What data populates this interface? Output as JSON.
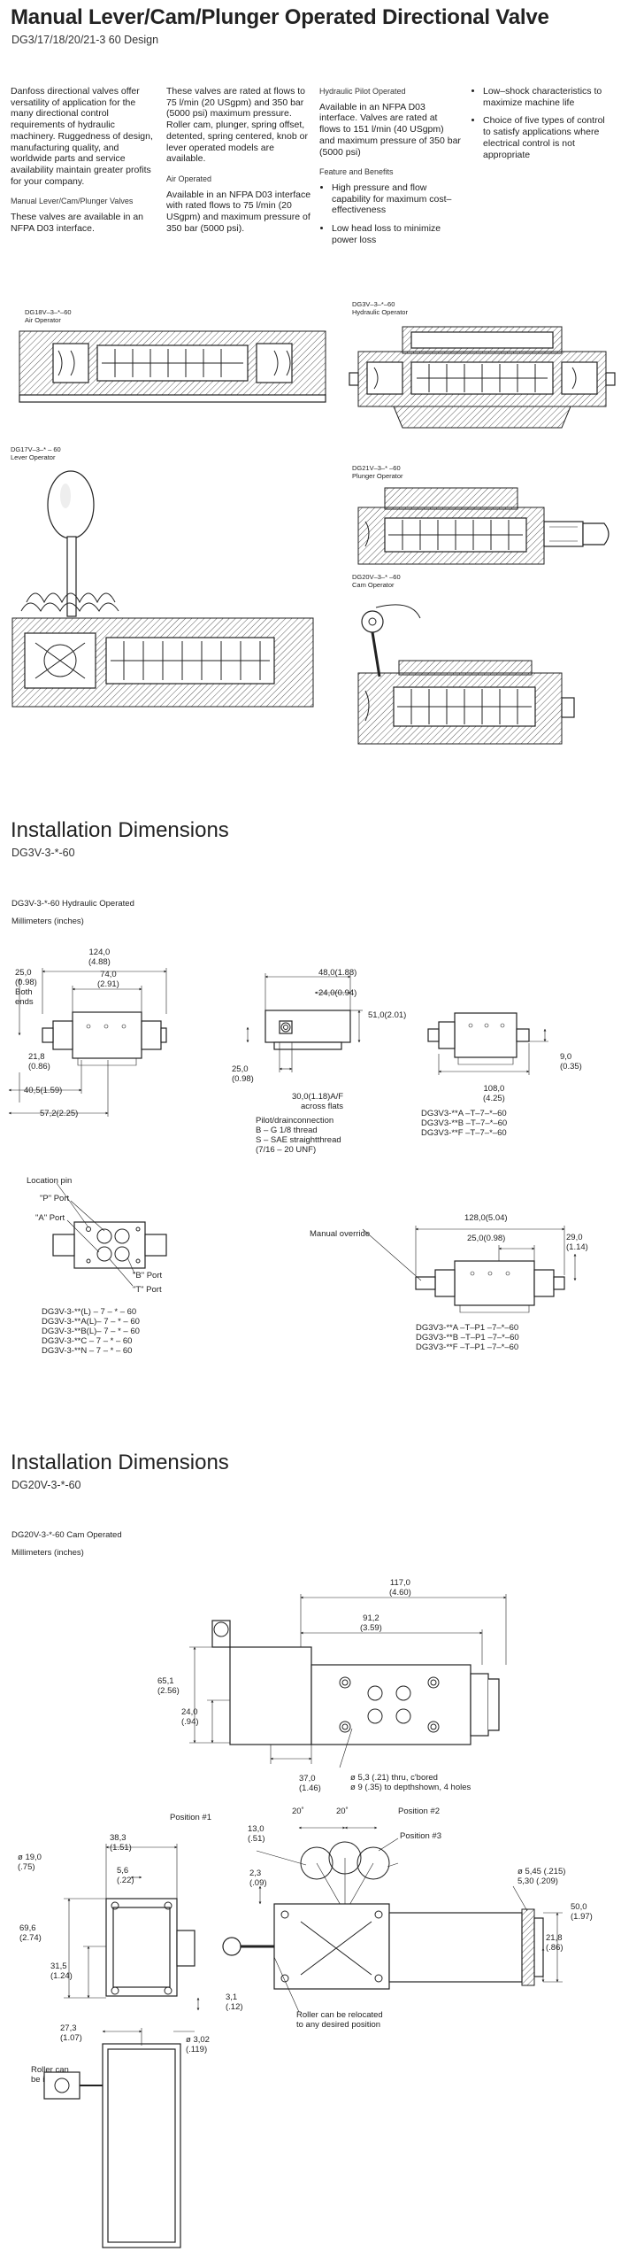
{
  "header": {
    "title": "Manual Lever/Cam/Plunger Operated Directional Valve",
    "subtitle": "DG3/17/18/20/21-3 60 Design"
  },
  "intro": {
    "col1_p1": "Danfoss directional valves offer versatility of application for the many directional control requirements of hydraulic machinery. Ruggedness of design, manufacturing quality, and worldwide parts and service availability maintain greater profits for your company.",
    "col1_sub": "Manual Lever/Cam/Plunger Valves",
    "col1_p2": "These valves are available in an NFPA D03 interface.",
    "col2_p1": "These valves are rated at flows to 75 l/min (20 USgpm) and 350 bar (5000 psi) maximum pressure. Roller cam, plunger, spring offset, detented, spring centered, knob or lever operated models are available.",
    "col2_sub": "Air Operated",
    "col2_p2": "Available in an NFPA D03 interface with rated flows to 75 l/min (20 USgpm) and maximum pressure of 350 bar (5000 psi).",
    "col3_sub": "Hydraulic Pilot Operated",
    "col3_p1": "Available in an NFPA D03 interface. Valves are rated at flows to 151 l/min (40 USgpm) and maximum pressure of 350 bar (5000 psi)",
    "col3_sub2": "Feature and Benefits",
    "col3_b1": "High pressure and flow capability for maximum cost–effectiveness",
    "col3_b2": "Low head loss to minimize power loss",
    "col4_b1": "Low–shock characteristics to maximize machine life",
    "col4_b2": "Choice of five types of control to satisfy applications where electrical control is not appropriate"
  },
  "figures": {
    "air_cap1": "DG18V–3–*–60",
    "air_cap2": "Air Operator",
    "hyd_cap1": "DG3V–3–*–60",
    "hyd_cap2": "Hydraulic Operator",
    "lever_cap1": "DG17V–3–* – 60",
    "lever_cap2": "Lever Operator",
    "plunger_cap1": "DG21V–3–* –60",
    "plunger_cap2": "Plunger Operator",
    "cam_cap1": "DG20V–3–* –60",
    "cam_cap2": "Cam Operator"
  },
  "install1": {
    "heading": "Installation Dimensions",
    "model": "DG3V-3-*-60",
    "caption": "DG3V-3-*-60 Hydraulic Operated",
    "units": "Millimeters (inches)",
    "d_124": "124,0",
    "d_124i": "(4.88)",
    "d_74": "74,0",
    "d_74i": "(2.91)",
    "d_25a": "25,0",
    "d_25ai": "(0.98)",
    "both_ends1": "Both",
    "both_ends2": "ends",
    "d_218": "21,8",
    "d_218i": "(0.86)",
    "d_405": "40,5(1.59)",
    "d_572": "57,2(2.25)",
    "d_48": "48,0(1.88)",
    "d_24": "24,0(0.94)",
    "d_51": "51,0(2.01)",
    "d_25b": "25,0",
    "d_25bi": "(0.98)",
    "d_30": "30,0(1.18)A/F",
    "d_30b": "across flats",
    "pilot1": "Pilot/drainconnection",
    "pilot2": "B – G 1/8 thread",
    "pilot3": "S – SAE straightthread",
    "pilot4": "(7/16 – 20 UNF)",
    "d_108": "108,0",
    "d_108i": "(4.25)",
    "d_9": "9,0",
    "d_9i": "(0.35)",
    "m1": "DG3V3-**A –T–7–*–60",
    "m2": "DG3V3-**B –T–7–*–60",
    "m3": "DG3V3-**F –T–7–*–60",
    "loc_pin": "Location pin",
    "p_port": "\"P\" Port",
    "a_port": "\"A\" Port",
    "b_port": "\"B\" Port",
    "t_port": "\"T\" Port",
    "n1": "DG3V-3-**(L) – 7 – * – 60",
    "n2": "DG3V-3-**A(L)– 7 – * – 60",
    "n3": "DG3V-3-**B(L)– 7 – * – 60",
    "n4": "DG3V-3-**C – 7 – * – 60",
    "n5": "DG3V-3-**N – 7 – * – 60",
    "manual": "Manual override",
    "d_128": "128,0(5.04)",
    "d_25c": "25,0(0.98)",
    "d_29": "29,0",
    "d_29i": "(1.14)",
    "o1": "DG3V3-**A –T–P1 –7–*–60",
    "o2": "DG3V3-**B –T–P1 –7–*–60",
    "o3": "DG3V3-**F –T–P1 –7–*–60"
  },
  "install2": {
    "heading": "Installation Dimensions",
    "model": "DG20V-3-*-60",
    "caption": "DG20V-3-*-60 Cam Operated",
    "units": "Millimeters (inches)",
    "d_117": "117,0",
    "d_117i": "(4.60)",
    "d_912": "91,2",
    "d_912i": "(3.59)",
    "d_651": "65,1",
    "d_651i": "(2.56)",
    "d_24": "24,0",
    "d_24i": "(.94)",
    "d_37": "37,0",
    "d_37i": "(1.46)",
    "holes1": "ø 5,3 (.21) thru, c'bored",
    "holes2": "ø 9 (.35) to depthshown, 4 holes",
    "pos1": "Position #1",
    "pos2": "Position #2",
    "pos3": "Position #3",
    "ang1": "20˚",
    "ang2": "20˚",
    "d_19": "ø 19,0",
    "d_19i": "(.75)",
    "d_383": "38,3",
    "d_383i": "(1.51)",
    "d_56": "5,6",
    "d_56i": "(.22)",
    "d_13": "13,0",
    "d_13i": "(.51)",
    "d_23": "2,3",
    "d_23i": "(.09)",
    "d_545": "ø 5,45 (.215)",
    "d_530": "5,30 (.209)",
    "d_696": "69,6",
    "d_696i": "(2.74)",
    "d_315": "31,5",
    "d_315i": "(1.24)",
    "d_50": "50,0",
    "d_50i": "(1.97)",
    "d_218": "21,8",
    "d_218i": "(.86)",
    "d_31": "3,1",
    "d_31i": "(.12)",
    "d_273": "27,3",
    "d_273i": "(1.07)",
    "d_302": "ø 3,02",
    "d_302i": "(.119)",
    "relocate1": "Roller can be relocated",
    "relocate2": "to any desired position",
    "invert1": "Roller can",
    "invert2": "be inverted"
  }
}
